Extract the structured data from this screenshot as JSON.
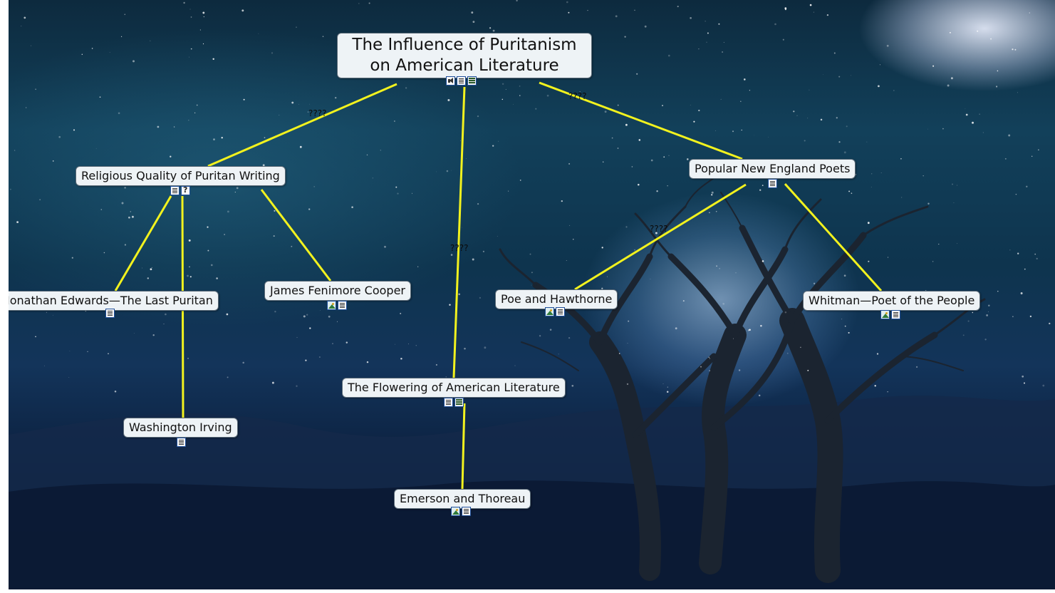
{
  "map": {
    "root": {
      "line1": "The Influence of Puritanism",
      "line2": "on American Literature"
    },
    "nodes": {
      "religious": "Religious Quality of Puritan Writing",
      "poets": "Popular New England Poets",
      "edwards": "Jonathan Edwards—The Last Puritan",
      "cooper": "James Fenimore Cooper",
      "poe": "Poe and Hawthorne",
      "whitman": "Whitman—Poet of the People",
      "flowering": "The Flowering of American Literature",
      "irving": "Washington Irving",
      "emerson": "Emerson and Thoreau"
    },
    "link_label": "????"
  },
  "colors": {
    "link": "#f2f21e",
    "node_bg": "#eef3f6",
    "node_border": "#5b6b78",
    "icon_border": "#1f4f9a"
  },
  "icon_names": [
    "audio-icon",
    "document-icon",
    "video-icon",
    "image-icon",
    "question-icon"
  ]
}
